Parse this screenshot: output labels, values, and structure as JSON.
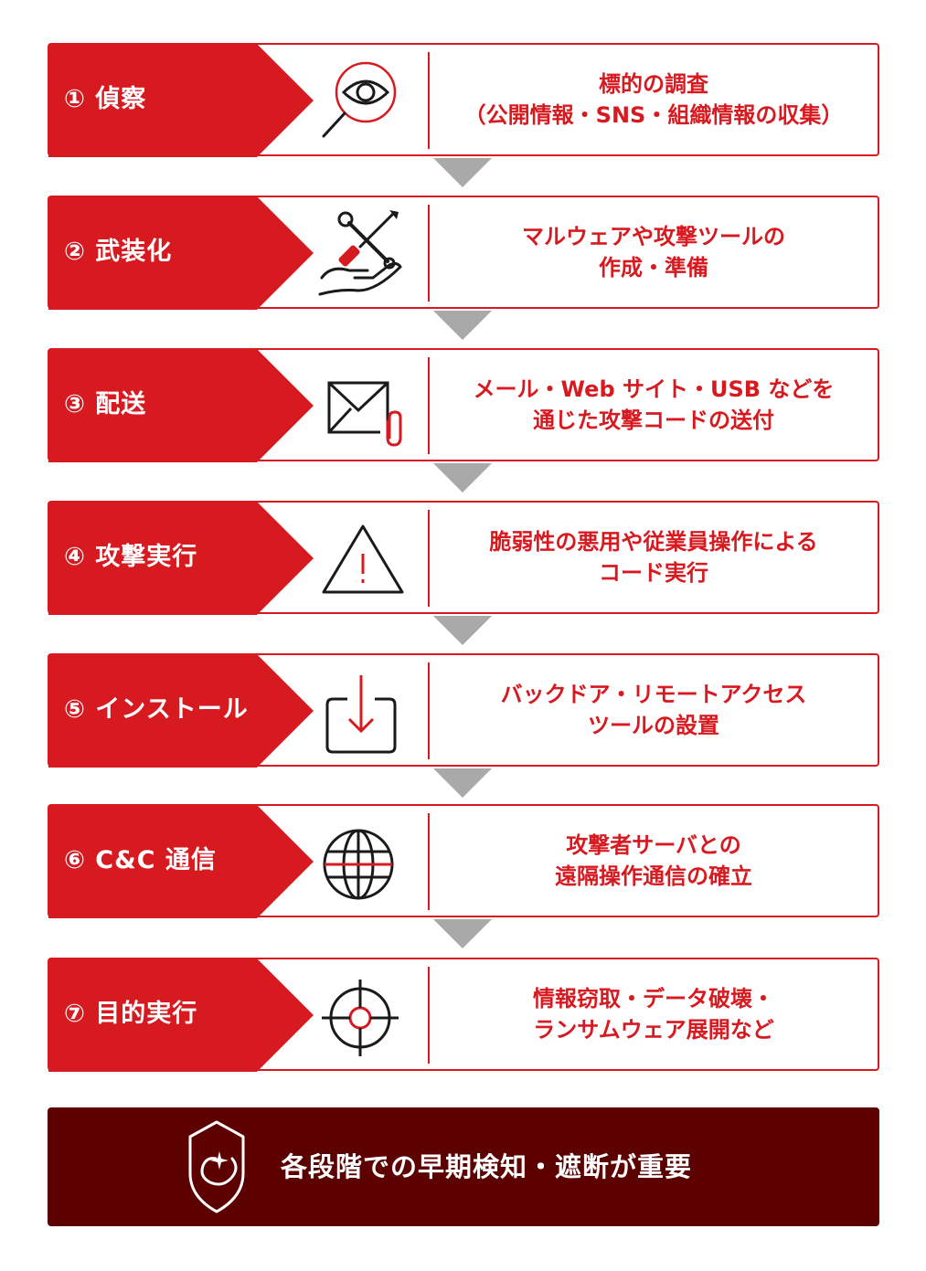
{
  "steps": [
    {
      "label": "① 偵察",
      "desc1": "標的の調査",
      "desc2": "（公開情報・SNS・組織情報の収集）",
      "icon": "magnifier-eye-icon"
    },
    {
      "label": "② 武装化",
      "desc1": "マルウェアや攻撃ツールの",
      "desc2": "作成・準備",
      "icon": "tools-hand-icon"
    },
    {
      "label": "③ 配送",
      "desc1": "メール・Web サイト・USB などを",
      "desc2": "通じた攻撃コードの送付",
      "icon": "envelope-attachment-icon"
    },
    {
      "label": "④ 攻撃実行",
      "desc1": "脆弱性の悪用や従業員操作による",
      "desc2": "コード実行",
      "icon": "warning-triangle-icon"
    },
    {
      "label": "⑤ インストール",
      "desc1": "バックドア・リモートアクセス",
      "desc2": "ツールの設置",
      "icon": "download-tray-icon"
    },
    {
      "label": "⑥ C&C 通信",
      "desc1": "攻撃者サーバとの",
      "desc2": "遠隔操作通信の確立",
      "icon": "globe-icon"
    },
    {
      "label": "⑦ 目的実行",
      "desc1": "情報窃取・データ破壊・",
      "desc2": "ランサムウェア展開など",
      "icon": "crosshair-target-icon"
    }
  ],
  "footer": {
    "text": "各段階での早期検知・遮断が重要",
    "icon": "shield-icon"
  },
  "colors": {
    "red": "#d71920",
    "dark": "#5c0000",
    "arrow": "#a9a9a9",
    "icon_line": "#1a1a1a"
  }
}
